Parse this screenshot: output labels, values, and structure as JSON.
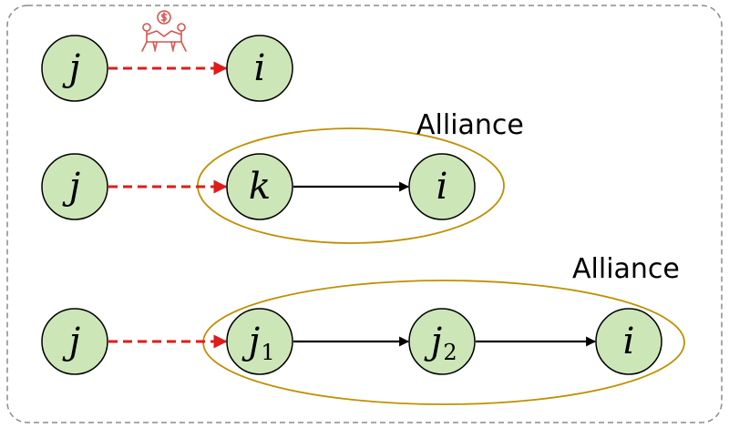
{
  "diagram": {
    "colors": {
      "frame_border": "#8c8c8c",
      "node_fill": "#cde6b8",
      "node_stroke": "#000000",
      "dashed_edge": "#e01b1b",
      "solid_edge": "#000000",
      "alliance_ellipse": "#bf9000",
      "icon": "#d9534f"
    },
    "icon_name": "handshake-negotiation-icon",
    "rows": [
      {
        "nodes": [
          {
            "label": "j",
            "sub": ""
          },
          {
            "label": "i",
            "sub": ""
          }
        ],
        "edges": [
          {
            "from": 0,
            "to": 1,
            "style": "dashed"
          }
        ],
        "alliance": null
      },
      {
        "nodes": [
          {
            "label": "j",
            "sub": ""
          },
          {
            "label": "k",
            "sub": ""
          },
          {
            "label": "i",
            "sub": ""
          }
        ],
        "edges": [
          {
            "from": 0,
            "to": 1,
            "style": "dashed"
          },
          {
            "from": 1,
            "to": 2,
            "style": "solid"
          }
        ],
        "alliance": {
          "label": "Alliance",
          "members": [
            1,
            2
          ]
        }
      },
      {
        "nodes": [
          {
            "label": "j",
            "sub": ""
          },
          {
            "label": "j",
            "sub": "1"
          },
          {
            "label": "j",
            "sub": "2"
          },
          {
            "label": "i",
            "sub": ""
          }
        ],
        "edges": [
          {
            "from": 0,
            "to": 1,
            "style": "dashed"
          },
          {
            "from": 1,
            "to": 2,
            "style": "solid"
          },
          {
            "from": 2,
            "to": 3,
            "style": "solid"
          }
        ],
        "alliance": {
          "label": "Alliance",
          "members": [
            1,
            2,
            3
          ]
        }
      }
    ]
  }
}
